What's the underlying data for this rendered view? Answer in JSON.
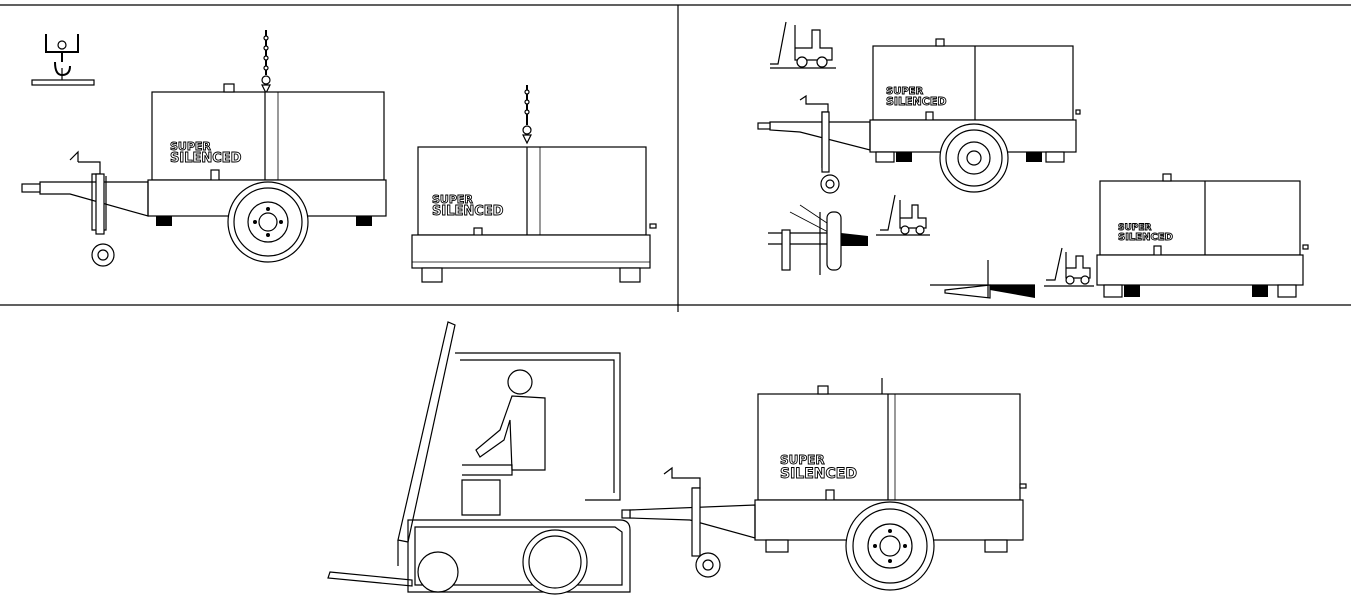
{
  "panels": [
    {
      "id": "crane-lifting",
      "description_hidden": true
    },
    {
      "id": "forklift-lifting"
    },
    {
      "id": "forklift-towing"
    }
  ],
  "labels": {
    "brand_line1": "SUPER",
    "brand_line2": "SILENCED"
  },
  "colors": {
    "ink": "#000000",
    "paper": "#ffffff"
  },
  "icons": [
    "crane-hook-icon",
    "forklift-icon"
  ]
}
